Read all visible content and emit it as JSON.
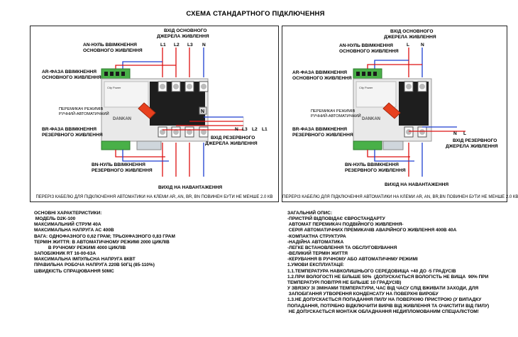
{
  "title": "СХЕМА СТАНДАРТНОГО ПІДКЛЮЧЕННЯ",
  "left_panel": {
    "labels": {
      "main_input_l1": "ВХІД ОСНОВНОГО",
      "main_input_l2": "ДЖЕРЕЛА ЖИВЛЕННЯ",
      "an_l1": "AN-НУЛЬ ВВІМКНЕННЯ",
      "an_l2": "ОСНОВНОГО ЖИВЛЕННЯ",
      "ar_l1": "AR-ФАЗА ВВІМКНЕННЯ",
      "ar_l2": "ОСНОВНОГО ЖИВЛЕННЯ",
      "switch_l1": "ПЕРЕМИКАЧ РЕЖИМІВ",
      "switch_l2": "РУЧНИЙ-АВТОМАТИЧНИЙ",
      "br_l1": "BR-ФАЗА ВВІМКНЕННЯ",
      "br_l2": "РЕЗЕРВНОГО ЖИВЛЕННЯ",
      "reserve_input_l1": "ВХІД РЕЗЕРВНОГО",
      "reserve_input_l2": "ДЖЕРЕЛА ЖИВЛЕННЯ",
      "bn_l1": "BN-НУЛЬ ВВІМКНЕННЯ",
      "bn_l2": "РЕЗЕРВНОГО ЖИВЛЕННЯ",
      "load_output": "ВИХІД НА НАВАНТАЖЕННЯ"
    },
    "top_terminals": [
      "L1",
      "L2",
      "L3",
      "N"
    ],
    "bottom_terminals": [
      "N",
      "L3",
      "L2",
      "L1"
    ],
    "footer": "ПЕРЕРІЗ КАБЕЛЮ ДЛЯ ПІДКЛЮЧЕННЯ АВТОМАТИКИ НА КЛЕМИ AR, AN, BR, BN ПОВИНЕН БУТИ НЕ МЕНШЕ 2.0 КВ"
  },
  "right_panel": {
    "labels": {
      "main_input_l1": "ВХІД ОСНОВНОГО",
      "main_input_l2": "ДЖЕРЕЛА ЖИВЛЕННЯ",
      "an_l1": "AN-НУЛЬ ВВІМКНЕННЯ",
      "an_l2": "ОСНОВНОГО ЖИВЛЕННЯ",
      "ar_l1": "AR-ФАЗА ВВІМКНЕННЯ",
      "ar_l2": "ОСНОВНОГО ЖИВЛЕННЯ",
      "switch_l1": "ПЕРЕМИКАЧ РЕЖИМІВ",
      "switch_l2": "РУЧНИЙ-АВТОМАТИЧНИЙ",
      "br_l1": "BR-ФАЗА ВВІМКНЕННЯ",
      "br_l2": "РЕЗЕРВНОГО ЖИВЛЕННЯ",
      "reserve_input_l1": "ВХІД РЕЗЕРВНОГО",
      "reserve_input_l2": "ДЖЕРЕЛА ЖИВЛЕННЯ",
      "bn_l1": "BN-НУЛЬ ВВІМКНЕННЯ",
      "bn_l2": "РЕЗЕРВНОГО ЖИВЛЕННЯ",
      "load_output": "ВИХІД НА НАВАНТАЖЕННЯ"
    },
    "top_terminals": [
      "L",
      "N"
    ],
    "bottom_terminals": [
      "N",
      "L"
    ],
    "footer": "ПЕРЕРІЗ КАБЕЛЮ ДЛЯ ПІДКЛЮЧЕННЯ АВТОМАТИКИ НА КЛЕМИ AR, AN, BR,BN ПОВИНЕН БУТИ НЕ МЕНШЕ 2.0 КВ"
  },
  "device": {
    "brand": "DANKAN",
    "panel_text": "City Power"
  },
  "specs": [
    "ОСНОВНІ ХАРАКТЕРИСТИКИ:",
    " МОДЕЛЬ D2K-100",
    "МАКСИМАЛЬНИЙ СТРУМ 40А",
    "МАКСИМАЛЬНА НАПРУГА АС 400В",
    "ВАГА: ОДНОФАЗНОГО 0,62 ГРАМ; ТРЬОХФАЗНОГО 0,83 ГРАМ",
    "ТЕРМІН ЖИТТЯ: В АВТОМАТИЧНОМУ РЕЖИМІ 2000 ЦИКЛІВ",
    "           В РУЧНОМУ РЕЖИМІ 4000 ЦИКЛІВ",
    "ЗАПОБІЖНИК RT 16-00-63А",
    "МАКСИМАЛЬНА ІМПУЛЬСНА НАПРУГА 8КВТ",
    "ПРАВИЛЬНА РОБОЧА НАПРУГА 220В 50ГЦ (85-110%)",
    "ШВИДКІСТЬ СПРАЦЮВАННЯ 50МС"
  ],
  "description": [
    "ЗАГАЛЬНИЙ ОПИС:",
    "-ПРИСТРІЙ ВІДПОВІДАЄ ЄВРОСТАНДАРТУ",
    " АВТОМАТ ПЕРЕМИКАЧ ПОДВІЙНОГО ЖИВЛЕННЯ-",
    " СЕРІЯ АВТОМАТИЧНИХ ПРЕМИКАЧІВ АВАРІЙНОГО ЖИВЛЕННЯ 400В 40А",
    "-КОМПАКТНА СТРУКТУРА",
    "-НАДІЙНА АВТОМАТИКА",
    "-ЛЕГКЕ ВСТАНОВЛЕННЯ ТА ОБСЛУГОВУВАННЯ",
    "-ВЕЛИКИЙ ТЕРМІН ЖИТТЯ",
    "-КЕРУВАННЯ В РУЧНОМУ АБО АВТОМАТИЧНМУ РЕЖИМІ",
    "1.УМОВИ ЕКСПЛУАТАЦІЇ:",
    "1.1.ТЕМПЕРАТУРА НАВКОЛИШНЬОГО СЕРЕДОВИЩА +40 ДО -5 ГРАДУСІВ",
    "1.2.ПРИ ВОЛОГОСТІ НЕ БІЛЬШЕ 50%  (ДОПУСКАЄТЬСЯ ВОЛОГІСТЬ НЕ ВИЩА  90% ПРИ",
    "ТЕМПЕРАТУРІ ПОВІТРЯ НЕ БІЛЬШЕ 10 ГРАДУСІВ)",
    "У ЗВЯЗКУ ЗІ ЗМІНАМИ ТЕМПЕРАТУРИ, ЧАС ВІД ЧАСУ СЛІД ВЖИВАТИ ЗАХОДИ, ДЛЯ",
    " ЗАПОБІГАННЯ УТВОРЕННЯ КОНДЕНСАТУ НА ПОВЕРХНІ ВИРОБУ",
    "1.3.НЕ ДОПУСКАЄТЬСЯ ПОПАДАННЯ ПИЛУ НА ПОВЕРХНЮ ПРИСТРОЮ (У ВИПАДКУ",
    "ПОПАДАННЯ, ПОТРІБНО ВІДКЛЮЧИТИ ВИРІВ ВІД ЖИВЛЕННЯ ТА ОЧИСТИТИ ВІД ПИЛУ)",
    " НЕ ДОПУСКАЄТЬСЯ МОНТАЖ ОБЛАДНАННЯ НЕДИПЛОМОВАНИМ СПЕЦІАЛІСТОМ!"
  ]
}
